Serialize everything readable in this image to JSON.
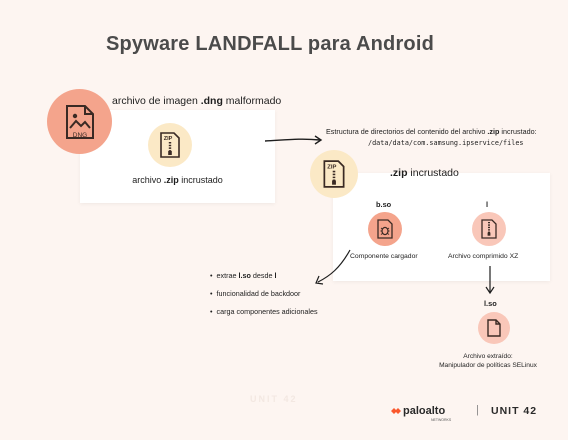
{
  "title": "Spyware LANDFALL para Android",
  "dng": {
    "icon_label": "DNG",
    "caption_pre": "archivo de imagen ",
    "caption_bold": ".dng",
    "caption_post": " malformado"
  },
  "zip1": {
    "icon_label": "ZIP",
    "caption_pre": "archivo ",
    "caption_bold": ".zip",
    "caption_post": " incrustado"
  },
  "structure": {
    "text_pre": "Estructura de directorios del contenido del archivo ",
    "text_bold": ".zip",
    "text_post": " incrustado:",
    "path": "/data/data/com.samsung.ipservice/files"
  },
  "zip2": {
    "icon_label": "ZIP",
    "caption_bold": ".zip",
    "caption_post": " incrustado"
  },
  "bso": {
    "label": "b.so",
    "caption": "Componente cargador"
  },
  "l": {
    "label": "l",
    "caption": "Archivo comprimido XZ"
  },
  "lso": {
    "label": "l.so",
    "caption_line1": "Archivo extraído:",
    "caption_line2": "Manipulador de políticas SELinux"
  },
  "bullets": {
    "item1_pre": "extrae ",
    "item1_bold": "l.so",
    "item1_mid": " desde ",
    "item1_bold2": "l",
    "item2": "funcionalidad de backdoor",
    "item3": "carga componentes adicionales"
  },
  "watermark": "UNIT 42",
  "footer": {
    "brand": "paloalto",
    "sub": "NETWORKS",
    "separator": "|",
    "unit": "UNIT 42"
  },
  "colors": {
    "background": "#fdf5f1",
    "accent_coral": "#f4a48c",
    "accent_light_coral": "#f9c7b9",
    "accent_cream": "#fbe9c6",
    "paloalto_orange": "#fa582d"
  },
  "icons": [
    "image-file-icon",
    "zip-file-icon",
    "bug-file-icon",
    "zip-file-icon",
    "file-icon",
    "paloalto-logo-icon",
    "unit42-logo-icon"
  ]
}
